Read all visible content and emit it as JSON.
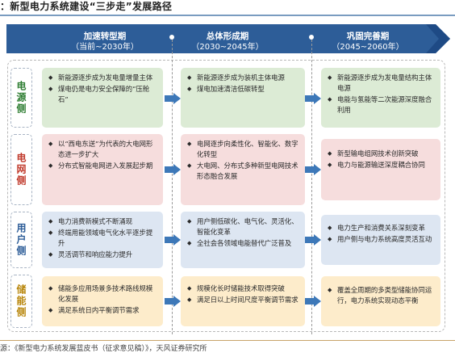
{
  "title": "：新型电力系统建设“三步走”发展路径",
  "colors": {
    "banner": "#2d5d98",
    "banner_tip": "#1e4a85",
    "arrow": "#3d78b8",
    "supply": "#dcebd5",
    "grid": "#f6dddd",
    "user": "#dde6f2",
    "storage": "#fdeccb",
    "supply_label": "#2e7d32",
    "grid_label": "#c0392b",
    "user_label": "#2d5d98",
    "storage_label": "#b8860b"
  },
  "phases": [
    {
      "name": "加速转型期",
      "range": "（当前~2030年）"
    },
    {
      "name": "总体形成期",
      "range": "（2030~2045年）"
    },
    {
      "name": "巩固完善期",
      "range": "（2045~2060年）"
    }
  ],
  "rows": [
    {
      "label": "电源侧",
      "cells": [
        [
          "新能源逐步成为发电量增量主体",
          "煤电仍是电力安全保障的“压舱石”"
        ],
        [
          "新能源逐步成为装机主体电源",
          "煤电加速清洁低碳转型"
        ],
        [
          "新能源逐步成为发电量结构主体电源",
          "电能与氢能等二次能源深度融合利用"
        ]
      ]
    },
    {
      "label": "电网侧",
      "cells": [
        [
          "以“西电东送”为代表的大电网形态进一步扩大",
          "分布式智能电网进入发展起步期"
        ],
        [
          "电网逐步向柔性化、智能化、数字化转型",
          "大电网、分布式多种新型电网技术形态融合发展"
        ],
        [
          "新型输电组网技术创新突破",
          "电力与能源输送深度耦合协同"
        ]
      ]
    },
    {
      "label": "用户侧",
      "cells": [
        [
          "电力消费新模式不断涌现",
          "终端用能领域电气化水平逐步提升",
          "灵活调节和响应能力提升"
        ],
        [
          "用户侧低碳化、电气化、灵活化、智能化变革",
          "全社会各领域电能替代广泛普及"
        ],
        [
          "电力生产和消费关系深刻变革",
          "用户侧与电力系统高度灵活互动"
        ]
      ]
    },
    {
      "label": "储能侧",
      "cells": [
        [
          "储能多应用场景多技术路线规模化发展",
          "满足系统日内平衡调节需求"
        ],
        [
          "规模化长时储能技术取得突破",
          "满足日以上时间尺度平衡调节需求"
        ],
        [
          "覆盖全周期的多类型储能协同运行，电力系统实现动态平衡"
        ]
      ]
    }
  ],
  "source": "源：《新型电力系统发展蓝皮书（征求意见稿）》，天风证券研究所"
}
